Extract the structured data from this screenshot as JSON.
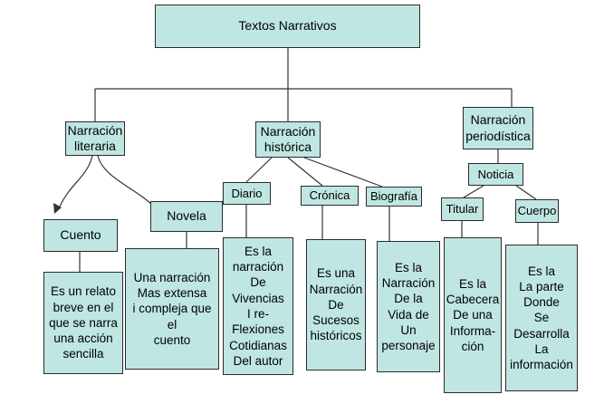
{
  "diagram": {
    "root": "Textos Narrativos",
    "literaria": {
      "label": "Narración\nliteraria",
      "cuento": {
        "label": "Cuento",
        "desc": "Es un relato\nbreve en el\nque se narra\nuna acción\nsencilla"
      },
      "novela": {
        "label": "Novela",
        "desc": "Una narración\nMas extensa\ni compleja que\nel\ncuento"
      }
    },
    "historica": {
      "label": "Narración\nhistórica",
      "diario": {
        "label": "Diario",
        "desc": "Es la\nnarración\nDe\nVivencias\nI re-\nFlexiones\nCotidianas\nDel autor"
      },
      "cronica": {
        "label": "Crónica",
        "desc": "Es una\nNarración\nDe\nSucesos\nhistóricos"
      },
      "biografia": {
        "label": "Biografía",
        "desc": "Es la\nNarración\nDe la\nVida de\nUn\npersonaje"
      }
    },
    "periodistica": {
      "label": "Narración\nperiodística",
      "noticia": {
        "label": "Noticia",
        "titular": {
          "label": "Titular",
          "desc": "Es la\nCabecera\nDe una\nInforma-\nción"
        },
        "cuerpo": {
          "label": "Cuerpo",
          "desc": "Es la\nLa parte\nDonde\nSe\nDesarrolla\nLa\ninformación"
        }
      }
    }
  }
}
